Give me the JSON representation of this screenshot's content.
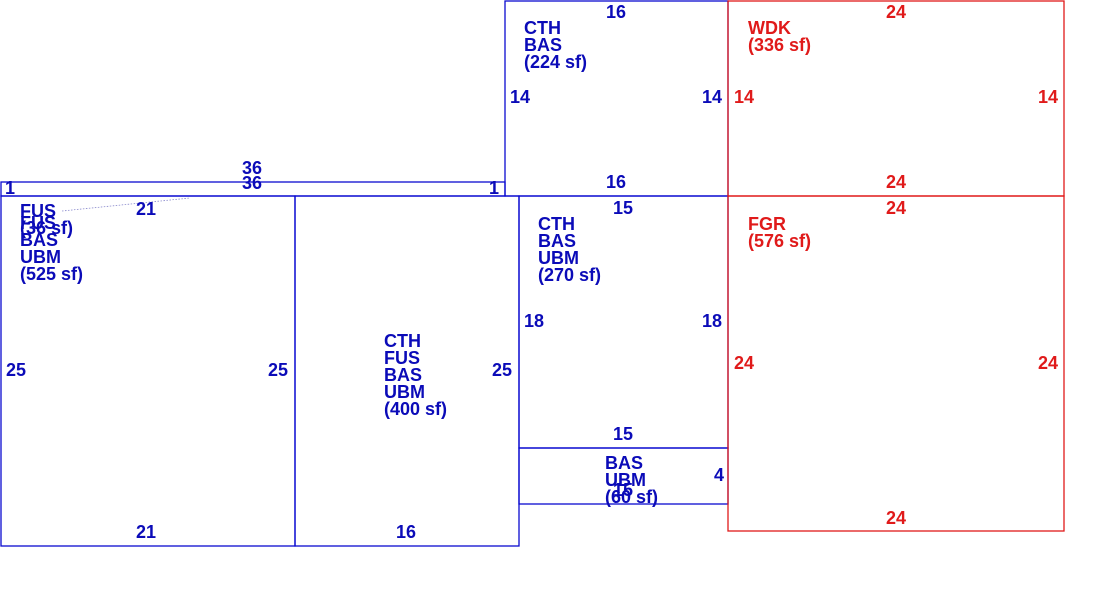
{
  "colors": {
    "main_structure": "#0b0bd0",
    "garage_deck": "#e01a1a"
  },
  "areas": {
    "cth_bas_224": {
      "lines": [
        "CTH",
        "BAS",
        "(224 sf)"
      ]
    },
    "wdk_336": {
      "lines": [
        "WDK",
        "(336 sf)"
      ]
    },
    "fus_36": {
      "lines": [
        "FUS",
        "(36 sf)"
      ]
    },
    "fus_bas_ubm_525": {
      "lines": [
        "FUS",
        "BAS",
        "UBM",
        "(525 sf)"
      ]
    },
    "cth_bas_ubm_270": {
      "lines": [
        "CTH",
        "BAS",
        "UBM",
        "(270 sf)"
      ]
    },
    "fgr_576": {
      "lines": [
        "FGR",
        "(576 sf)"
      ]
    },
    "cth_fus_bas_ubm_400": {
      "lines": [
        "CTH",
        "FUS",
        "BAS",
        "UBM",
        "(400 sf)"
      ]
    },
    "bas_ubm_60": {
      "lines": [
        "BAS",
        "UBM",
        "(60 sf)"
      ]
    }
  },
  "dimensions": {
    "cth_top": "16",
    "cth_left": "14",
    "cth_right": "14",
    "cth_bottom": "16",
    "wdk_top": "24",
    "wdk_left": "14",
    "wdk_right": "14",
    "wdk_bottom": "24",
    "strip_top": "36",
    "strip_bottom": "36",
    "strip_left": "1",
    "strip_right": "1",
    "left_top": "21",
    "left_left": "25",
    "left_right": "25",
    "left_bottom": "21",
    "mid_right": "25",
    "mid_bottom": "16",
    "cr_top": "15",
    "cr_left": "18",
    "cr_right": "18",
    "cr_bottom": "15",
    "small_right": "4",
    "small_bottom": "15",
    "fgr_top": "24",
    "fgr_left": "24",
    "fgr_right": "24",
    "fgr_bottom": "24"
  }
}
